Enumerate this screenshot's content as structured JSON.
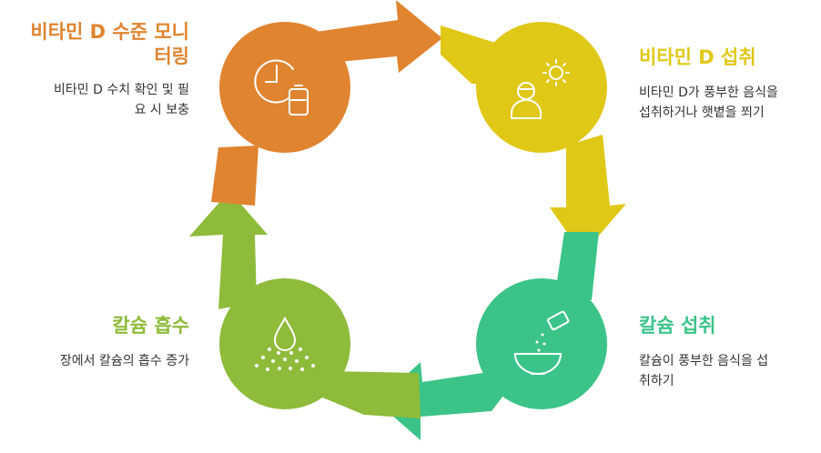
{
  "colors": {
    "orange": "#E08430",
    "yellow": "#E0C817",
    "green": "#3CC488",
    "lime": "#8EBB3A",
    "icon_stroke": "#ffffff"
  },
  "steps": [
    {
      "title": "비타민 D 수준 모니터링",
      "title_lines": [
        "비타민 D 수준 모니",
        "터링"
      ],
      "desc_lines": [
        "비타민 D 수치 확인 및 필",
        "요 시 보충"
      ],
      "icon": "clock-battery-icon"
    },
    {
      "title": "비타민 D 섭취",
      "desc_lines": [
        "비타민 D가 풍부한 음식을",
        "섭취하거나 햇볕을 쬐기"
      ],
      "icon": "person-sun-icon"
    },
    {
      "title": "칼슘 섭취",
      "desc_lines": [
        "칼슘이 풍부한 음식을 섭",
        "취하기"
      ],
      "icon": "bowl-sprinkle-icon"
    },
    {
      "title": "칼슘 흡수",
      "desc_lines": [
        "장에서 칼슘의 흡수 증가"
      ],
      "icon": "drop-particles-icon"
    }
  ]
}
